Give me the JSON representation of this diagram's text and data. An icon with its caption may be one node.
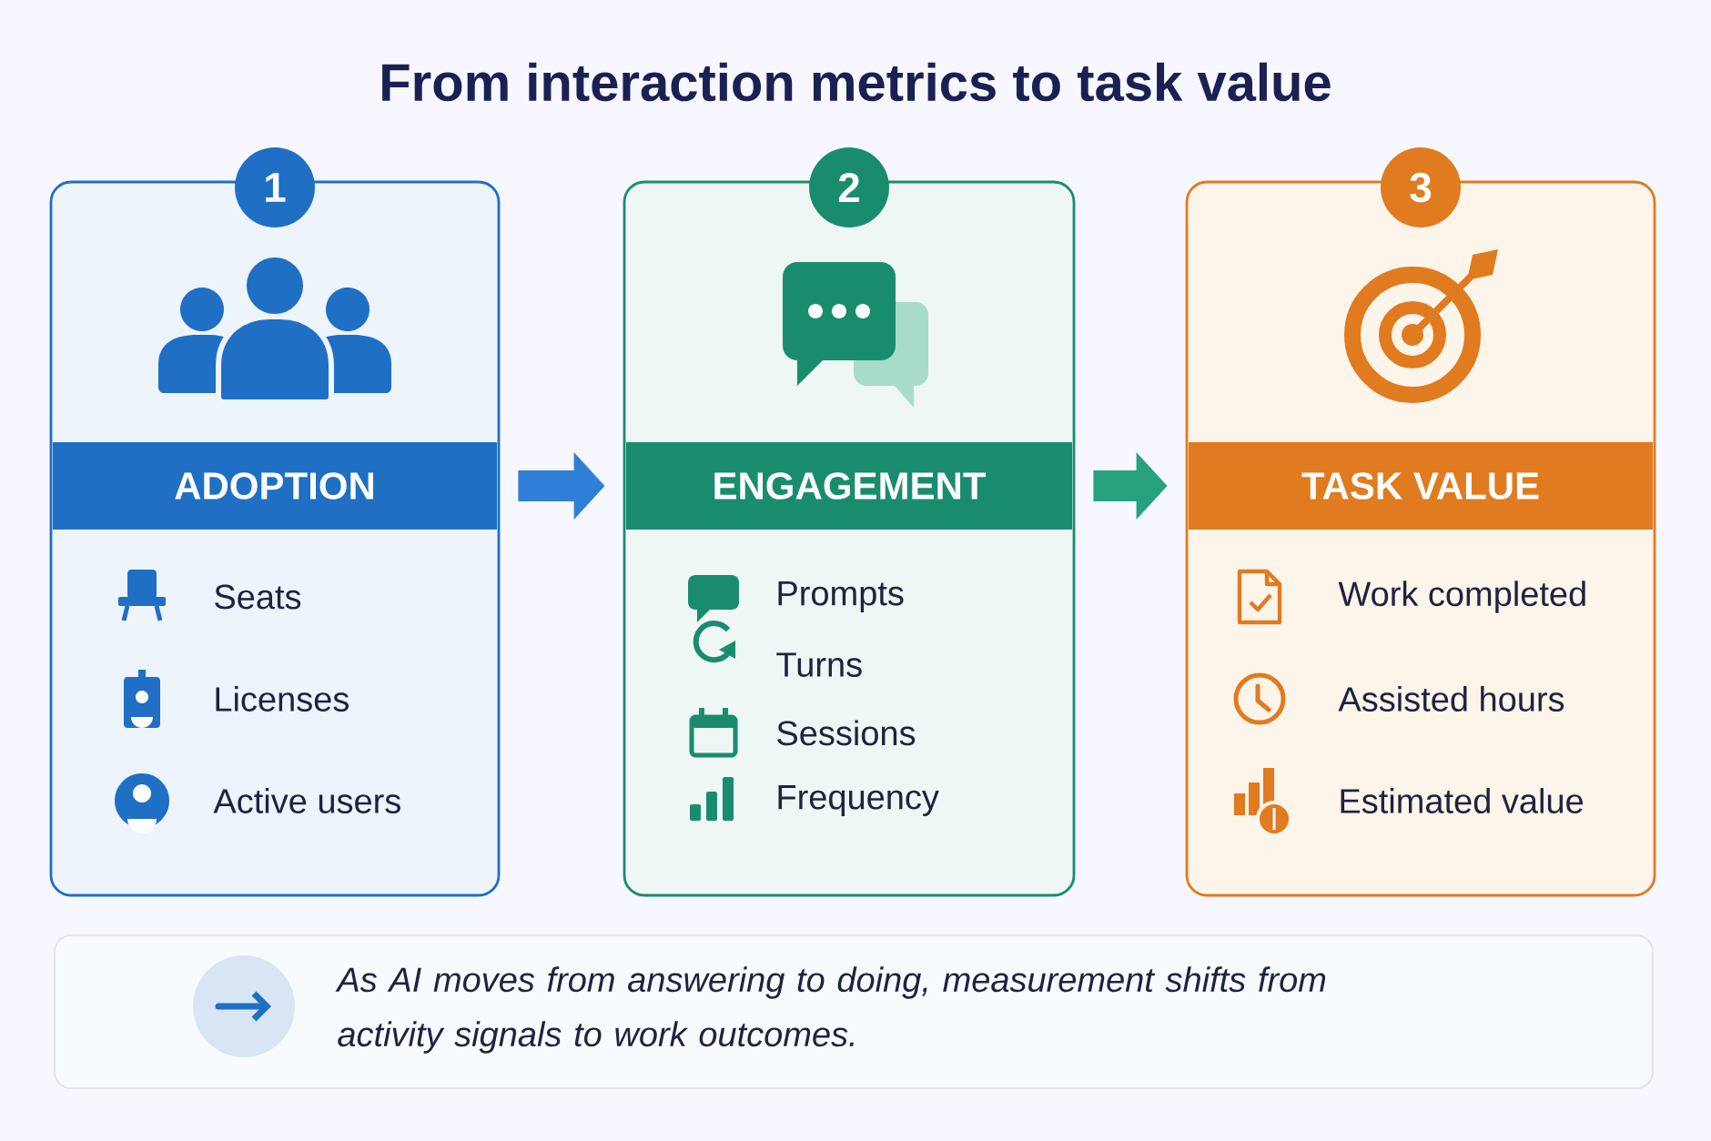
{
  "diagram": {
    "title": "From interaction metrics to task value",
    "nodes": [
      {
        "text": [
          "1",
          "ADOPTION",
          "Seats",
          "Licenses",
          "Active users"
        ]
      },
      {
        "text": [
          "2",
          "ENGAGEMENT",
          "Prompts",
          "Turns",
          "Sessions",
          "Frequency"
        ]
      },
      {
        "text": [
          "3",
          "TASK VALUE",
          "Work completed",
          "Assisted hours",
          "Estimated value"
        ]
      },
      {
        "text": [
          "As AI moves from answering to doing, measurement shifts from activity signals to work outcomes."
        ]
      }
    ],
    "edges": [
      {
        "from": 0,
        "to": 1,
        "arrow": "to",
        "color": "#2f7fd6"
      },
      {
        "from": 1,
        "to": 2,
        "arrow": "to",
        "color": "#26a27e"
      }
    ]
  }
}
